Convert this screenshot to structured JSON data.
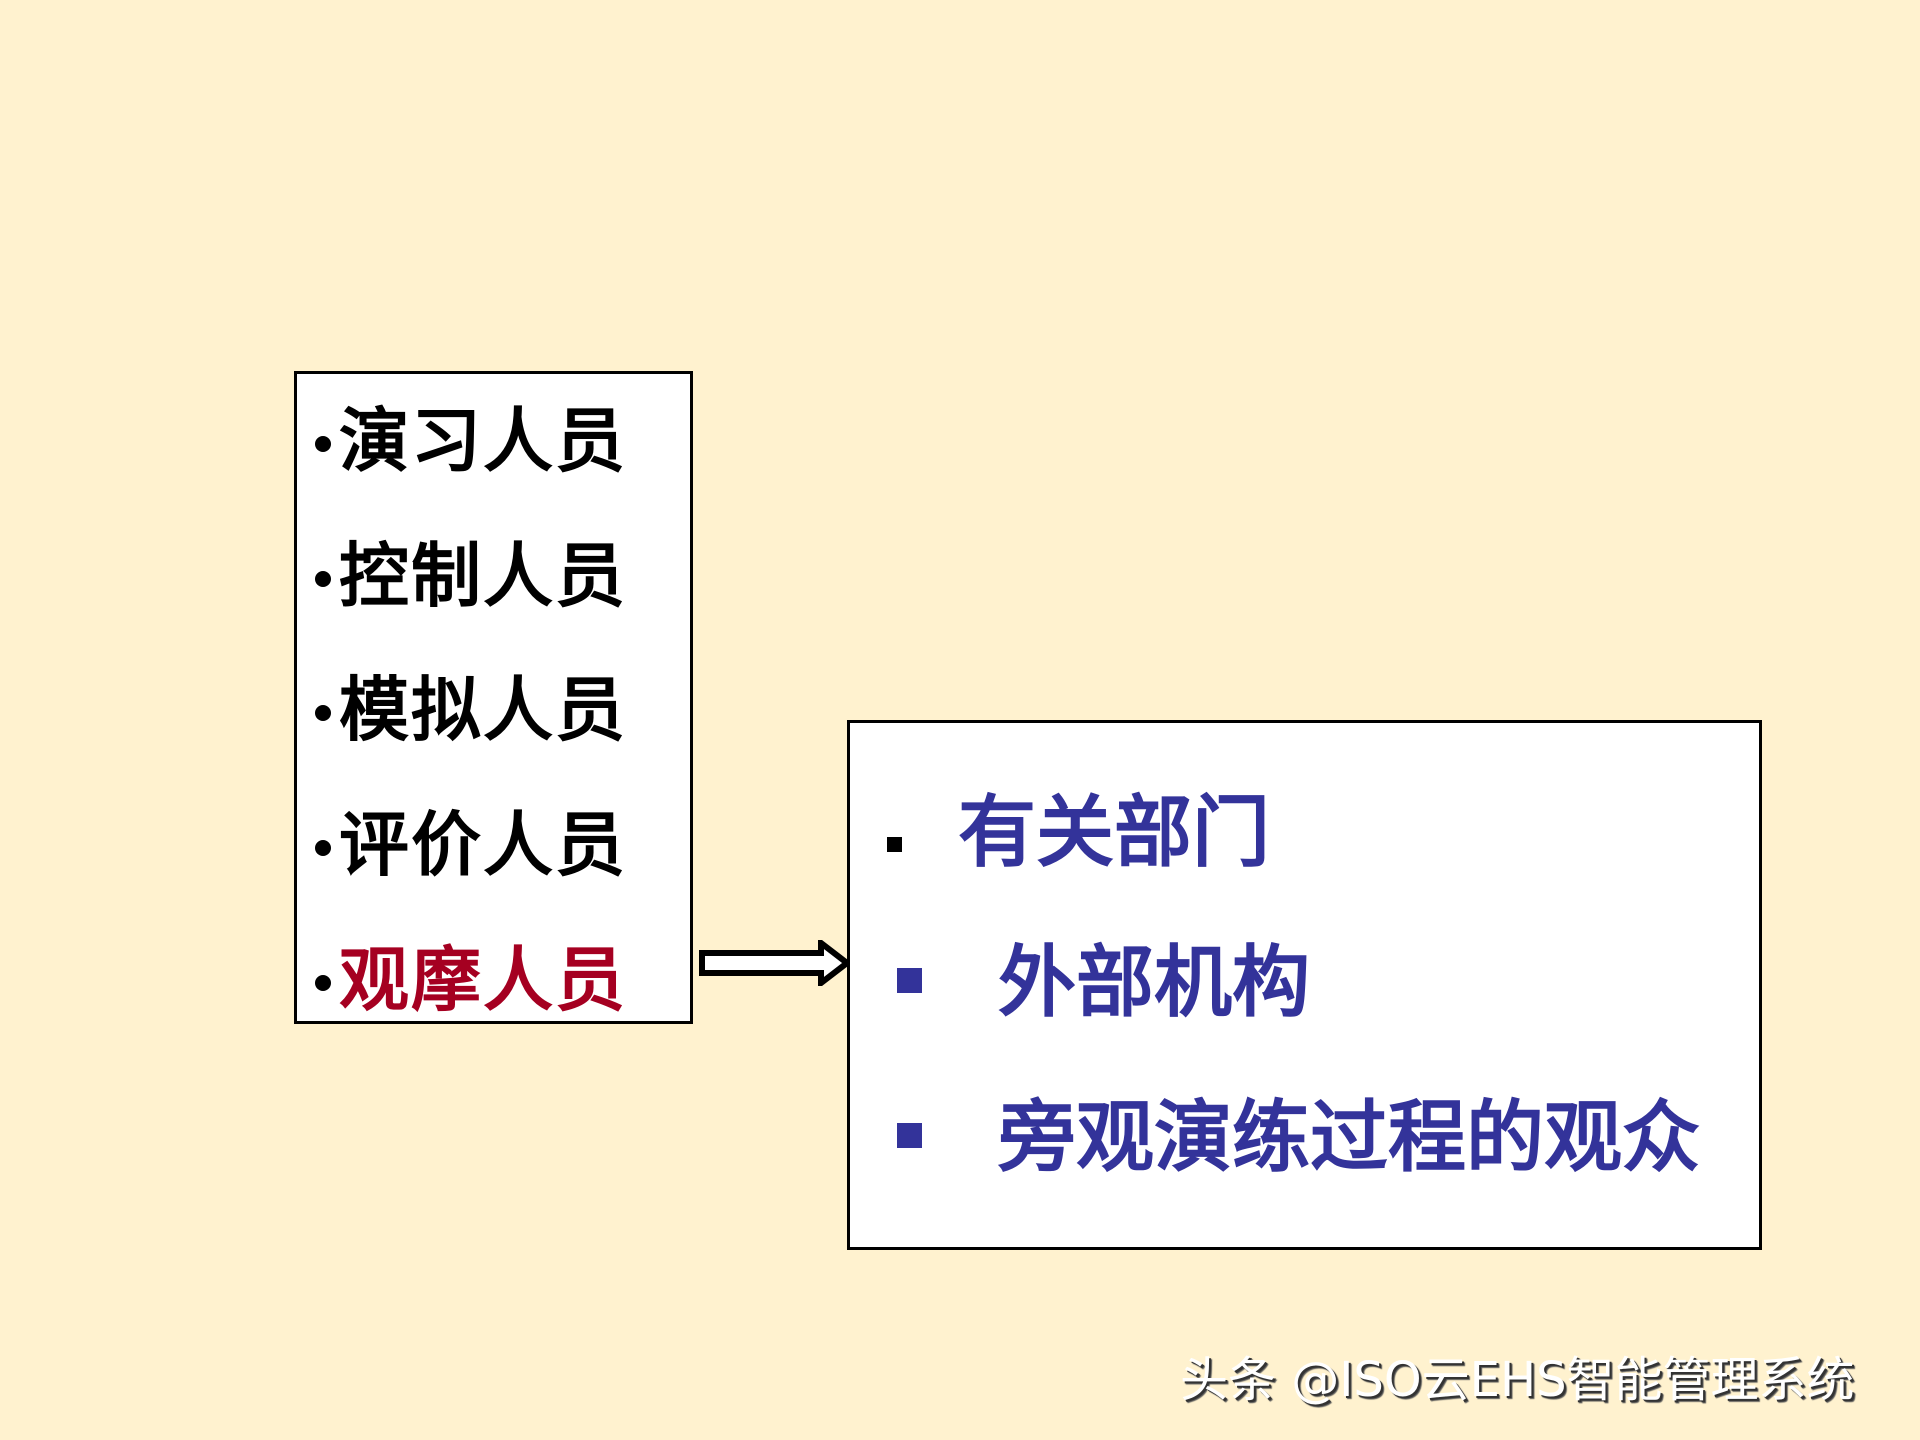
{
  "left_list": {
    "items": [
      {
        "label": "演习人员",
        "highlight": false
      },
      {
        "label": "控制人员",
        "highlight": false
      },
      {
        "label": "模拟人员",
        "highlight": false
      },
      {
        "label": "评价人员",
        "highlight": false
      },
      {
        "label": "观摩人员",
        "highlight": true
      }
    ],
    "text_color": "#000000",
    "highlight_color": "#A50021"
  },
  "arrow": {
    "direction": "right",
    "from": "观摩人员",
    "to": "right_list"
  },
  "right_list": {
    "items": [
      {
        "label": "有关部门",
        "bullet_color": "#000000"
      },
      {
        "label": "外部机构",
        "bullet_color": "#33339A"
      },
      {
        "label": "旁观演练过程的观众",
        "bullet_color": "#33339A"
      }
    ],
    "text_color": "#33339A"
  },
  "watermark": {
    "text": "头条 @ISO云EHS智能管理系统"
  },
  "colors": {
    "background": "#FFF2CF",
    "box_fill": "#FFFFFF",
    "border": "#000000"
  }
}
